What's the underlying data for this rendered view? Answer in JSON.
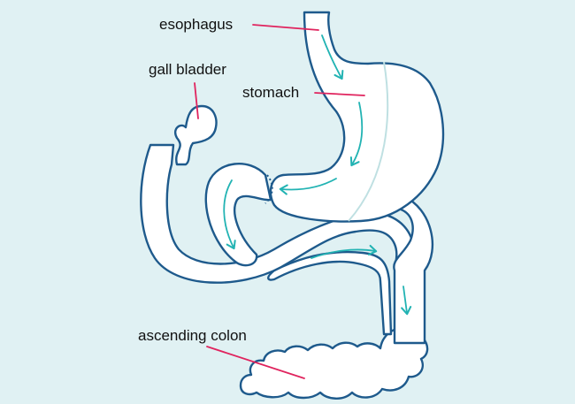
{
  "colors": {
    "background": "#e0f1f3",
    "organ_fill": "#ffffff",
    "organ_outline": "#1e5a8c",
    "flow_arrow": "#22b3b3",
    "leader_line": "#e0245e",
    "stomach_crease": "#bfe0e2"
  },
  "labels": {
    "esophagus": "esophagus",
    "gall_bladder": "gall bladder",
    "stomach": "stomach",
    "ascending_colon": "ascending colon"
  }
}
